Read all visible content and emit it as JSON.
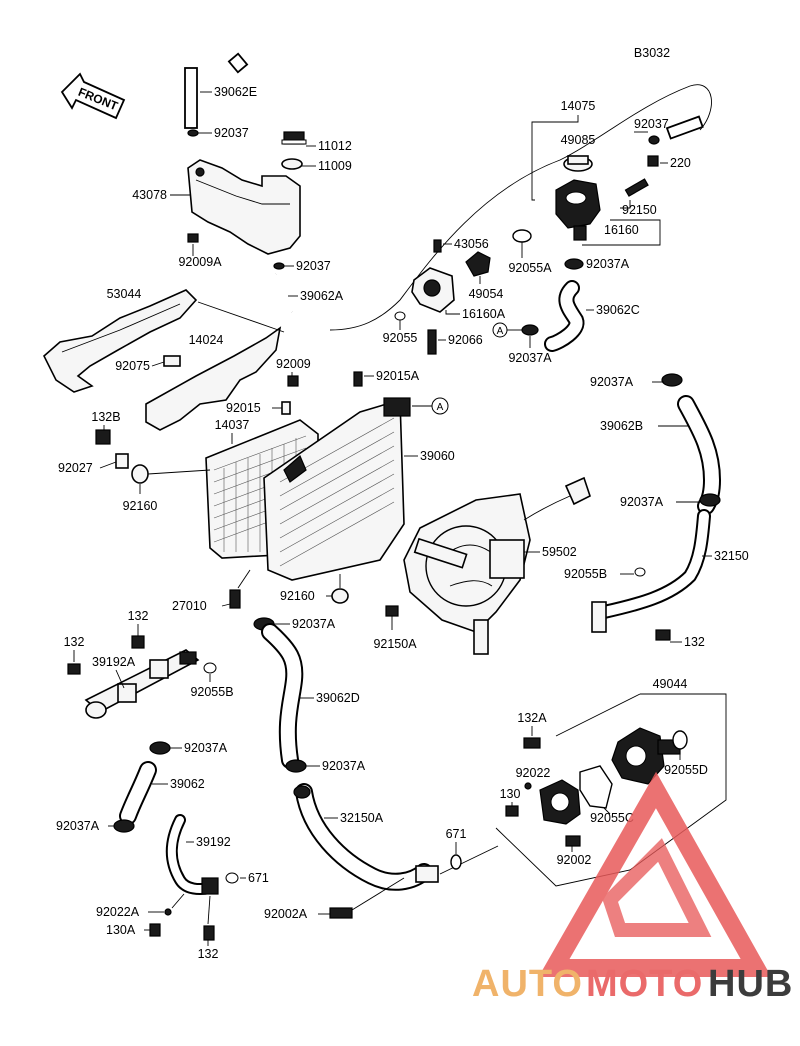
{
  "diagram_code": "B3032",
  "front_label": "FRONT",
  "circle_ref": "A",
  "labels": {
    "l_39062E": "39062E",
    "l_92037_top": "92037",
    "l_11012": "11012",
    "l_11009": "11009",
    "l_43078": "43078",
    "l_92009A": "92009A",
    "l_92037_tank": "92037",
    "l_39062A": "39062A",
    "l_14075": "14075",
    "l_49085": "49085",
    "l_92037_tr": "92037",
    "l_220": "220",
    "l_92150": "92150",
    "l_16160": "16160",
    "l_43056": "43056",
    "l_92055A": "92055A",
    "l_92037A_1": "92037A",
    "l_49054": "49054",
    "l_39062C": "39062C",
    "l_16160A": "16160A",
    "l_92055": "92055",
    "l_92066": "92066",
    "l_92037A_2": "92037A",
    "l_53044": "53044",
    "l_14024": "14024",
    "l_92075": "92075",
    "l_92009": "92009",
    "l_92015A": "92015A",
    "l_92015": "92015",
    "l_14037": "14037",
    "l_39060": "39060",
    "l_132B": "132B",
    "l_92027": "92027",
    "l_92160_left": "92160",
    "l_92037A_3": "92037A",
    "l_39062B": "39062B",
    "l_92037A_4": "92037A",
    "l_59502": "59502",
    "l_32150": "32150",
    "l_92055B_right": "92055B",
    "l_132_right": "132",
    "l_27010": "27010",
    "l_92160_mid": "92160",
    "l_92037A_5": "92037A",
    "l_92150A": "92150A",
    "l_132_a": "132",
    "l_132_b": "132",
    "l_39192A": "39192A",
    "l_92055B_left": "92055B",
    "l_39062D": "39062D",
    "l_49044": "49044",
    "l_92037A_6": "92037A",
    "l_132A": "132A",
    "l_39062": "39062",
    "l_92037A_7": "92037A",
    "l_92022": "92022",
    "l_92055D": "92055D",
    "l_130": "130",
    "l_32150A": "32150A",
    "l_92055C": "92055C",
    "l_92037A_8": "92037A",
    "l_39192": "39192",
    "l_671_mid": "671",
    "l_92002": "92002",
    "l_671_left": "671",
    "l_92022A": "92022A",
    "l_92002A": "92002A",
    "l_130A": "130A",
    "l_132_c": "132"
  },
  "watermark": {
    "part1": "AUTO",
    "part2": "MOTO",
    "part3": "HUB",
    "color1": "#f0b36a",
    "color2": "#ea6a6a",
    "color3": "#3c3c3c",
    "triangle_color": "#e85a5a"
  }
}
